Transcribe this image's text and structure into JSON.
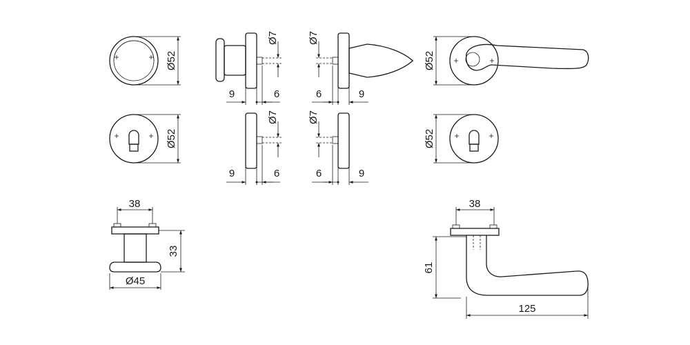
{
  "dimensions": {
    "rosette_round_diameter": "Ø52",
    "rosette_cylinder_diameter": "Ø52",
    "rosette_lever_diameter": "Ø52",
    "rosette_lever_cylinder_diameter": "Ø52",
    "knob_spindle_diameter": "Ø7",
    "knob_left_offset": "9",
    "knob_right_offset": "6",
    "knob_cyl_spindle_diameter": "Ø7",
    "knob_cyl_left_offset": "9",
    "knob_cyl_right_offset": "6",
    "lever_spindle_diameter": "Ø7",
    "lever_left_offset": "6",
    "lever_right_offset": "9",
    "lever_cyl_spindle_diameter": "Ø7",
    "lever_cyl_left_offset": "6",
    "lever_cyl_right_offset": "9",
    "knob_screw_spacing": "38",
    "knob_height": "33",
    "knob_base_diameter": "Ø45",
    "lever_screw_spacing": "38",
    "lever_height": "61",
    "lever_length": "125"
  }
}
